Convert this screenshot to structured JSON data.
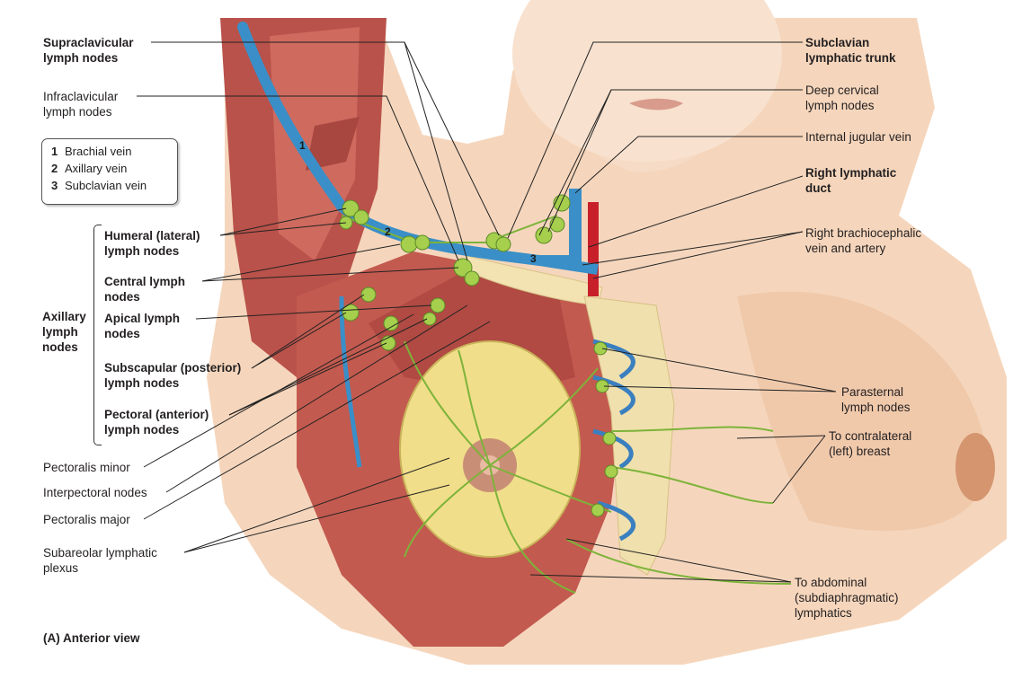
{
  "key": {
    "items": [
      {
        "num": "1",
        "label": "Brachial vein"
      },
      {
        "num": "2",
        "label": "Axillary vein"
      },
      {
        "num": "3",
        "label": "Subclavian vein"
      }
    ]
  },
  "labels_left": {
    "supraclavicular": "Supraclavicular\nlymph nodes",
    "infraclavicular": "Infraclavicular\nlymph nodes",
    "humeral": "Humeral (lateral)\nlymph nodes",
    "central": "Central lymph\nnodes",
    "axillary": "Axillary\nlymph\nnodes",
    "apical": "Apical lymph\nnodes",
    "subscapular": "Subscapular (posterior)\nlymph nodes",
    "pectoral": "Pectoral (anterior)\nlymph nodes",
    "pectoralis_minor": "Pectoralis minor",
    "interpectoral": "Interpectoral nodes",
    "pectoralis_major": "Pectoralis major",
    "subareolar": "Subareolar lymphatic\nplexus",
    "view": "(A) Anterior view"
  },
  "labels_right": {
    "subclavian_trunk": "Subclavian\nlymphatic trunk",
    "deep_cervical": "Deep cervical\nlymph nodes",
    "internal_jugular": "Internal jugular vein",
    "right_lymphatic_duct": "Right lymphatic\nduct",
    "brachiocephalic": "Right brachiocephalic\nvein and artery",
    "parasternal": "Parasternal\nlymph nodes",
    "contralateral": "To contralateral\n(left) breast",
    "abdominal": "To abdominal\n(subdiaphragmatic)\nlymphatics"
  },
  "colors": {
    "vein": "#3a8fc8",
    "artery": "#c8202a",
    "lymph": "#8cc63f",
    "muscle": "#c0504a",
    "skin": "#f2cdb0",
    "gland": "#f0de8a"
  }
}
